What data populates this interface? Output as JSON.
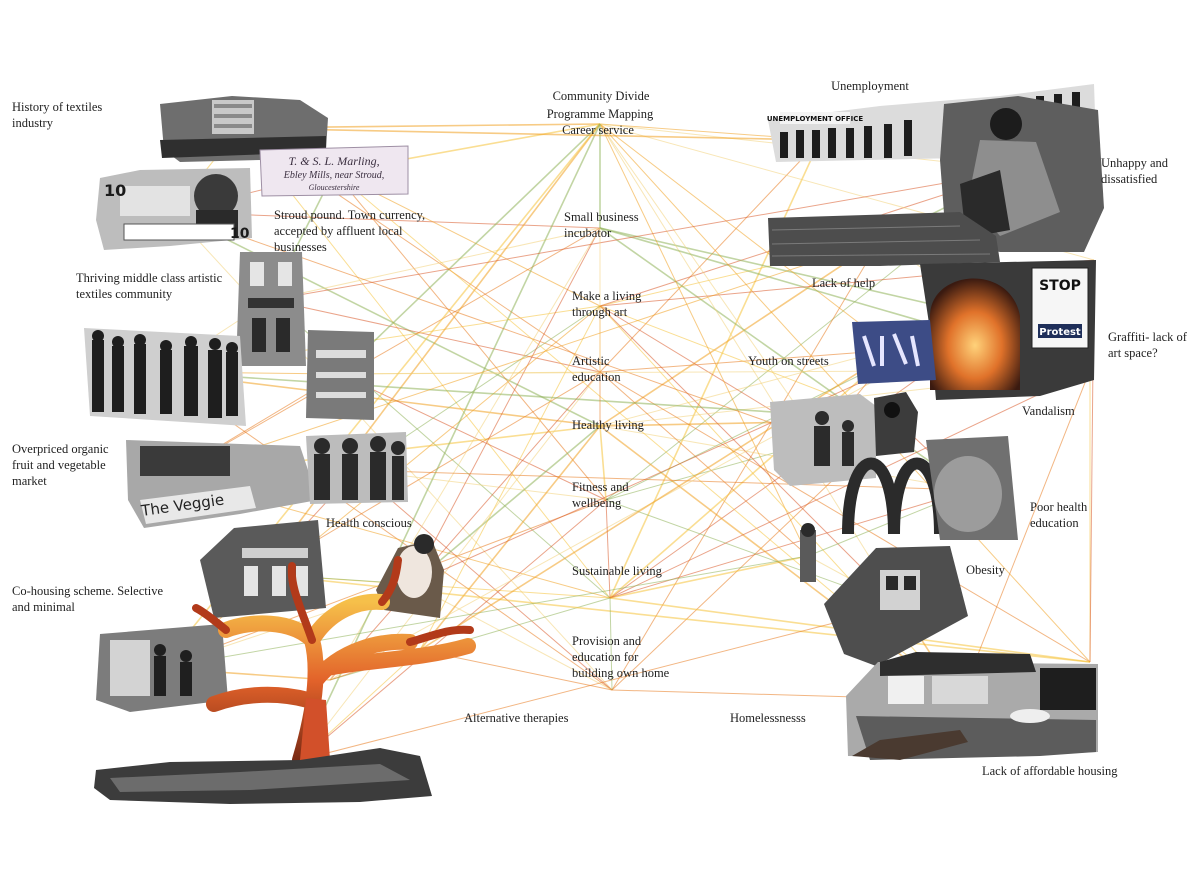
{
  "canvas_bg": "#ffffff",
  "thread_colors": [
    "#f0a020",
    "#e87a1e",
    "#f5c23a",
    "#d85a2a",
    "#8fb35a",
    "#f2d27a"
  ],
  "labels": {
    "history_textiles": [
      "History of textiles",
      "industry"
    ],
    "stroud_pound": [
      "Stroud pound. Town currency,",
      "accepted by affluent local",
      "businesses"
    ],
    "thriving_middle_class": [
      "Thriving middle class artistic",
      "textiles community"
    ],
    "overpriced_market": [
      "Overpriced organic",
      "fruit and vegetable",
      "market"
    ],
    "health_conscious": [
      "Health conscious"
    ],
    "cohousing": [
      "Co-housing scheme. Selective",
      "and minimal"
    ],
    "alternative_therapies": [
      "Alternative therapies"
    ],
    "community_divide": [
      "Community Divide"
    ],
    "programme_mapping": [
      "Programme Mapping"
    ],
    "career_service": [
      "Career service"
    ],
    "small_business": [
      "Small business",
      "incubator"
    ],
    "make_living": [
      "Make a living",
      "through art"
    ],
    "artistic_education": [
      "Artistic",
      "education"
    ],
    "healthy_living": [
      "Healthy living"
    ],
    "fitness": [
      "Fitness and",
      "wellbeing"
    ],
    "sustainable_living": [
      "Sustainable living"
    ],
    "provision": [
      "Provision and",
      "education for",
      "building own home"
    ],
    "homelessness": [
      "Homelessnesss"
    ],
    "unemployment": [
      "Unemployment"
    ],
    "unhappy": [
      "Unhappy and",
      "dissatisfied"
    ],
    "lack_help": [
      "Lack of help"
    ],
    "graffiti": [
      "Graffiti- lack of",
      "art space?"
    ],
    "youth_streets": [
      "Youth on streets"
    ],
    "vandalism": [
      "Vandalism"
    ],
    "poor_health": [
      "Poor health",
      "education"
    ],
    "obesity": [
      "Obesity"
    ],
    "affordable_housing": [
      "Lack of affordable housing"
    ]
  },
  "photo_text": {
    "marling_line1": "T. & S. L. Marling,",
    "marling_line2": "Ebley Mills, near Stroud,",
    "marling_line3": "Gloucestershire",
    "unemployment_office": "UNEMPLOYMENT OFFICE",
    "stop": "STOP",
    "protest": "Protest",
    "veggie": "The Veggie",
    "ten": "10"
  }
}
